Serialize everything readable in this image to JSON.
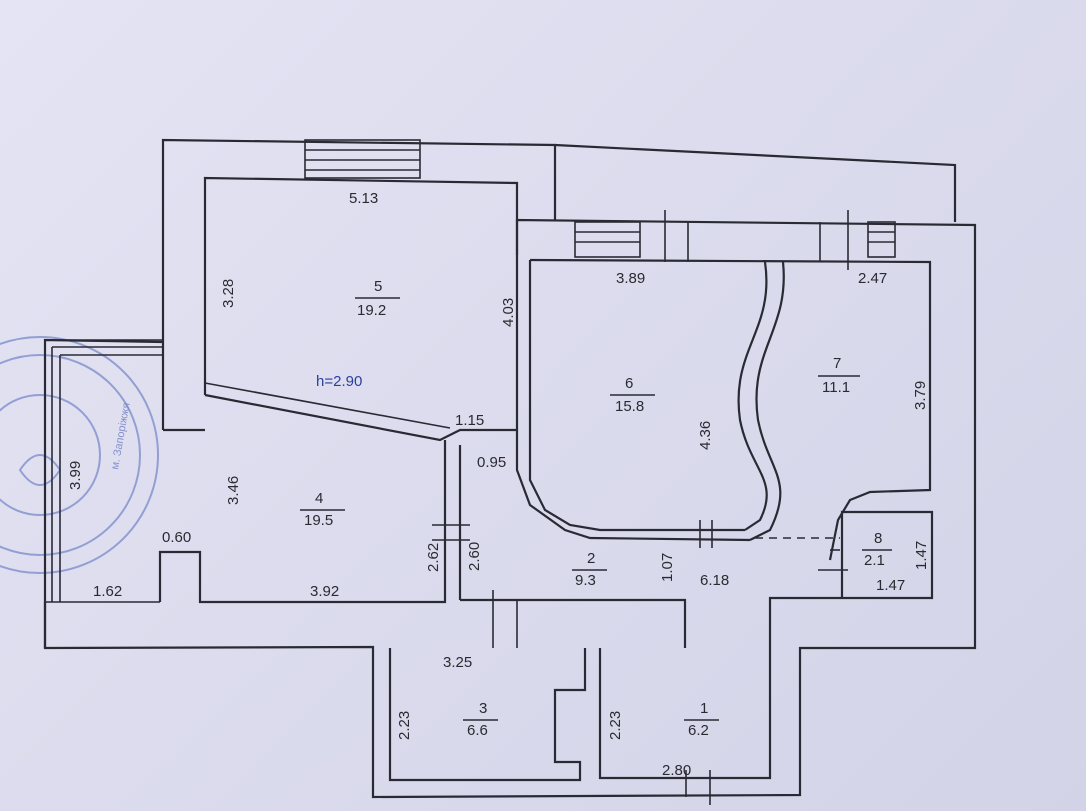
{
  "height_label": "h=2.90",
  "rooms": [
    {
      "id": "1",
      "number": "1",
      "area": "6.2"
    },
    {
      "id": "2",
      "number": "2",
      "area": "9.3"
    },
    {
      "id": "3",
      "number": "3",
      "area": "6.6"
    },
    {
      "id": "4",
      "number": "4",
      "area": "19.5"
    },
    {
      "id": "5",
      "number": "5",
      "area": "19.2"
    },
    {
      "id": "6",
      "number": "6",
      "area": "15.8"
    },
    {
      "id": "7",
      "number": "7",
      "area": "11.1"
    },
    {
      "id": "8",
      "number": "8",
      "area": "2.1"
    }
  ],
  "dimensions": {
    "d_5_13": "5.13",
    "d_3_28": "3.28",
    "d_4_03": "4.03",
    "d_3_89": "3.89",
    "d_2_47": "2.47",
    "d_3_79": "3.79",
    "d_4_36": "4.36",
    "d_1_15": "1.15",
    "d_0_95": "0.95",
    "d_3_46": "3.46",
    "d_3_99": "3.99",
    "d_0_60": "0.60",
    "d_1_62": "1.62",
    "d_3_92": "3.92",
    "d_2_62": "2.62",
    "d_2_60": "2.60",
    "d_1_07": "1.07",
    "d_6_18": "6.18",
    "d_1_47_v": "1.47",
    "d_1_47_h": "1.47",
    "d_3_25": "3.25",
    "d_2_23_a": "2.23",
    "d_2_23_b": "2.23",
    "d_2_80": "2.80"
  },
  "stamp_color": "#7a89c8",
  "wall_color": "#2a2a34"
}
